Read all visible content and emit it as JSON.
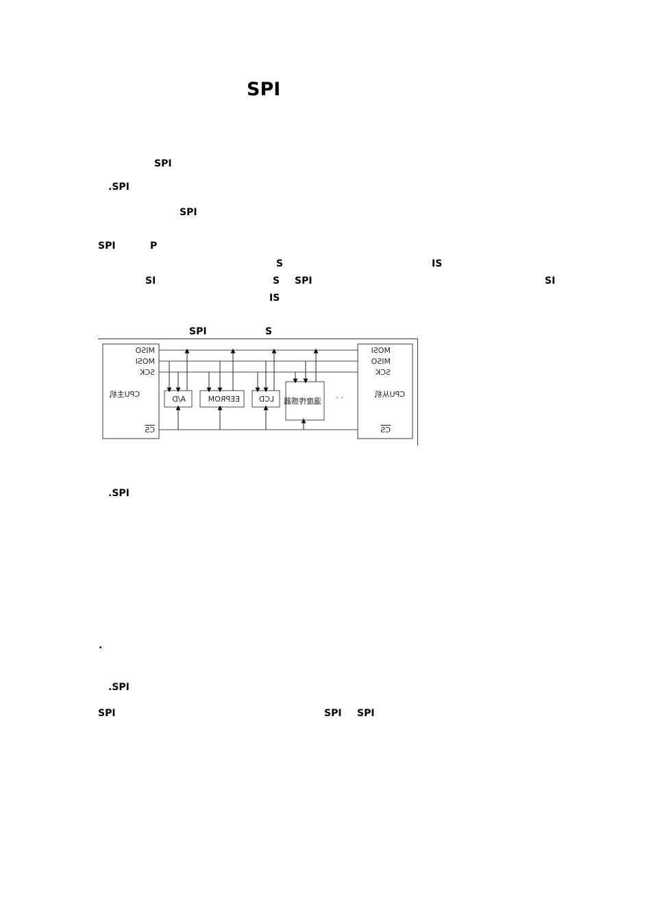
{
  "title": "SPI",
  "fragments": {
    "f1": "SPI",
    "f2": ".SPI",
    "f3": "SPI",
    "f4a": "SPI",
    "f4b": "P",
    "f5a": "S",
    "f5b": "IS",
    "f6a": "SI",
    "f6b": "S",
    "f6c": "SPI",
    "f6d": "SI",
    "f7": "IS",
    "f8a": "SPI",
    "f8b": "S",
    "f9": ".SPI",
    "f10": ".",
    "f11": ".SPI",
    "f12a": "SPI",
    "f12b": "SPI",
    "f12c": "SPI"
  },
  "figure": {
    "master_label": "CPU主机",
    "slave_label": "CPU从机",
    "master_signals": [
      "MISO",
      "MOSI",
      "SCK"
    ],
    "slave_signals": [
      "MOSI",
      "MISO",
      "SCK"
    ],
    "cs_label": "CS",
    "devices": [
      "A/D",
      "EEPROM",
      "LCD",
      "温度传感器"
    ],
    "ellipsis": "· ·"
  }
}
